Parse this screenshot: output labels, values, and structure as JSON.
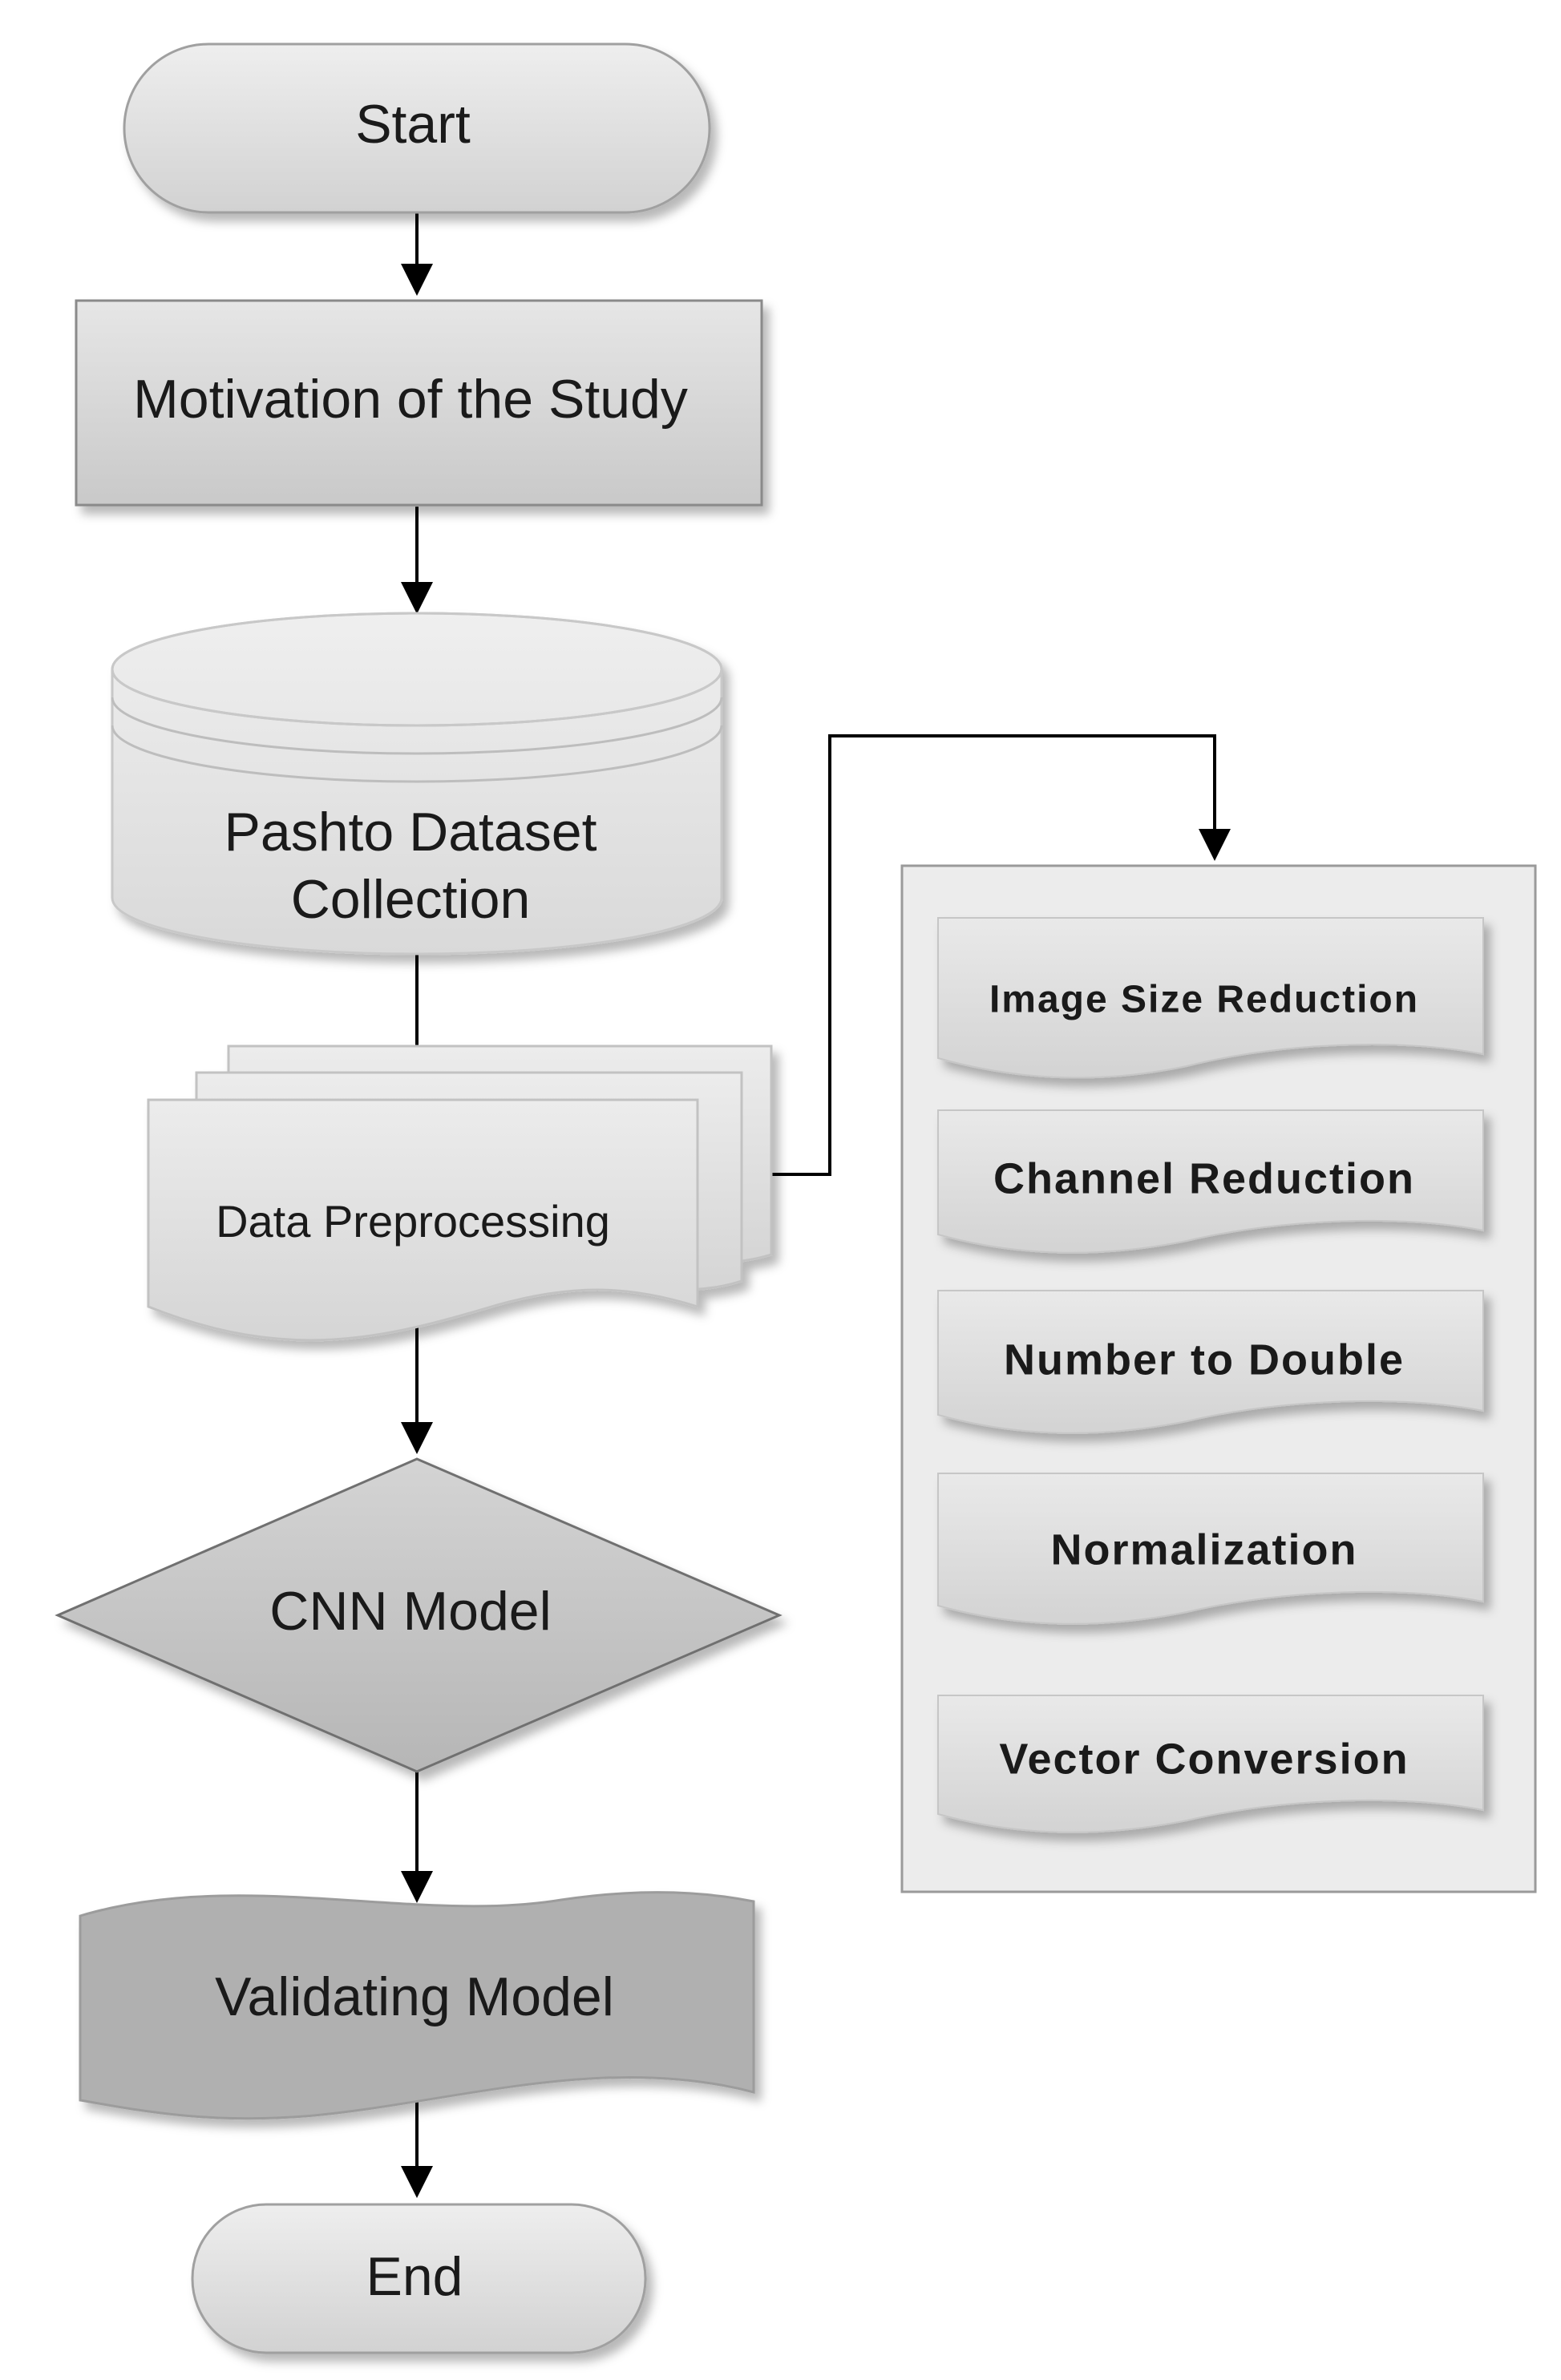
{
  "nodes": {
    "start": "Start",
    "motivation": "Motivation of the Study",
    "dataset_line1": "Pashto Dataset",
    "dataset_line2": "Collection",
    "preprocessing": "Data Preprocessing",
    "cnn": "CNN Model",
    "validating": "Validating Model",
    "end": "End"
  },
  "preprocessing_steps": [
    "Image Size Reduction",
    "Channel Reduction",
    "Number to Double",
    "Normalization",
    "Vector Conversion"
  ],
  "colors": {
    "terminator_fill": "#dcdcdc",
    "process_fill": "#d6d6d6",
    "diamond_fill": "#c4c4c4",
    "validating_fill": "#b0b0b0",
    "panel_fill": "#ececec",
    "stroke": "#8a8a8a",
    "arrow": "#000000"
  }
}
